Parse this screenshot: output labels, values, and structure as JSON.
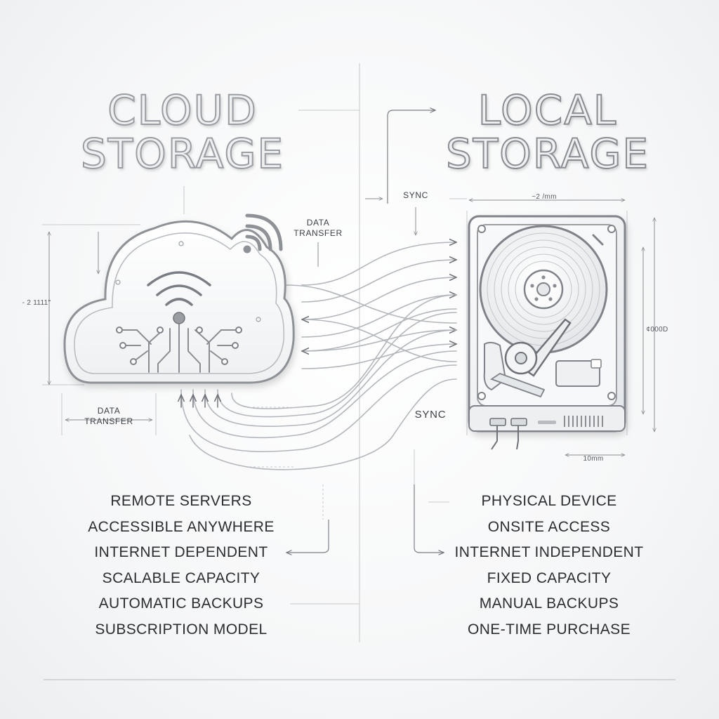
{
  "titles": {
    "cloud": [
      "CLOUD",
      "STORAGE"
    ],
    "local": [
      "LOCAL",
      "STORAGE"
    ]
  },
  "labels": {
    "data_transfer_top": [
      "DATA",
      "TRANSFER"
    ],
    "data_transfer_bottom": [
      "DATA",
      "TRANSFER"
    ],
    "sync_top": "SYNC",
    "sync_middle": "SYNC"
  },
  "dimensions": {
    "cloud_height": "- 2 1111\"",
    "drive_width": "~2 /mm",
    "drive_height": "¢000D",
    "drive_depth": "10mm"
  },
  "cloud_features": [
    "REMOTE SERVERS",
    "ACCESSIBLE ANYWHERE",
    "INTERNET DEPENDENT",
    "SCALABLE CAPACITY",
    "AUTOMATIC BACKUPS",
    "SUBSCRIPTION MODEL"
  ],
  "local_features": [
    "PHYSICAL DEVICE",
    "ONSITE ACCESS",
    "INTERNET INDEPENDENT",
    "FIXED CAPACITY",
    "MANUAL BACKUPS",
    "ONE-TIME PURCHASE"
  ],
  "icons": {
    "cloud": "cloud-network-icon",
    "wifi": "wifi-signal-icon",
    "drive": "hard-disk-drive-icon"
  },
  "colors": {
    "line": "#a9adb2",
    "dark_line": "#6f7379",
    "text": "#2b2e31",
    "background": "#f4f5f6"
  }
}
